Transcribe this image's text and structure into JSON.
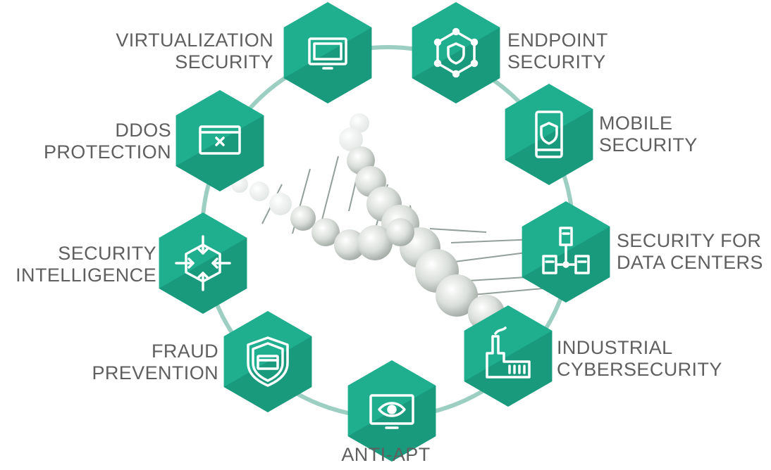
{
  "colors": {
    "hex_light": "#1fae8e",
    "hex_dark": "#148a70",
    "ring": "#9ccfc2",
    "icon_stroke": "#ffffff",
    "label_text": "#5f5f5f"
  },
  "solutions": [
    {
      "id": "virtualization-security",
      "line1": "VIRTUALIZATION",
      "line2": "SECURITY",
      "icon": "monitor-icon"
    },
    {
      "id": "endpoint-security",
      "line1": "ENDPOINT",
      "line2": "SECURITY",
      "icon": "network-shield-icon"
    },
    {
      "id": "mobile-security",
      "line1": "MOBILE",
      "line2": "SECURITY",
      "icon": "mobile-shield-icon"
    },
    {
      "id": "security-for-data-centers",
      "line1": "SECURITY FOR",
      "line2": "DATA CENTERS",
      "icon": "servers-icon"
    },
    {
      "id": "industrial-cybersecurity",
      "line1": "INDUSTRIAL",
      "line2": "CYBERSECURITY",
      "icon": "factory-icon"
    },
    {
      "id": "anti-apt",
      "line1": "ANTI-APT",
      "line2": "",
      "icon": "eye-monitor-icon"
    },
    {
      "id": "fraud-prevention",
      "line1": "FRAUD",
      "line2": "PREVENTION",
      "icon": "card-shield-icon"
    },
    {
      "id": "security-intelligence",
      "line1": "SECURITY",
      "line2": "INTELLIGENCE",
      "icon": "crosshair-icon"
    },
    {
      "id": "ddos-protection",
      "line1": "DDOS",
      "line2": "PROTECTION",
      "icon": "window-close-icon"
    }
  ]
}
